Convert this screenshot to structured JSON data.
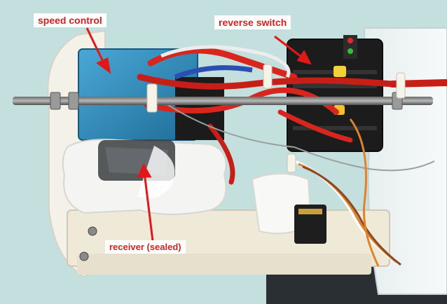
{
  "annotations": {
    "speed_control": "speed control",
    "reverse_switch": "reverse switch",
    "receiver": "receiver (sealed)"
  },
  "colors": {
    "background": "#c4e0de",
    "label_text": "#d42020",
    "label_bg": "#ffffff",
    "arrow": "#e01818",
    "speed_control_body": "#2e8fc0",
    "reverse_switch_body": "#1c1c1c",
    "wire_red": "#d8261e",
    "mounting_plate": "#f4f1e8"
  },
  "icons": [
    "arrow-icon",
    "led-icon"
  ]
}
